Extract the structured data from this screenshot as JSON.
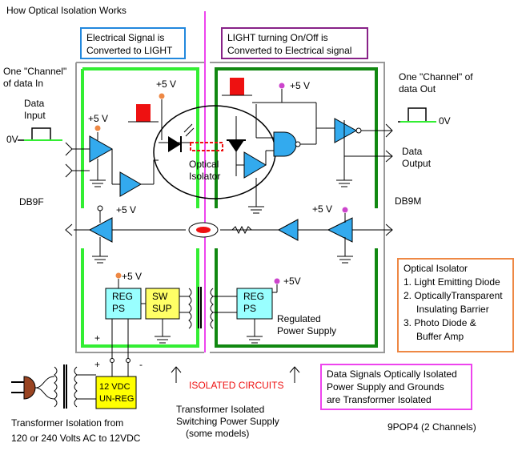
{
  "title": "How Optical Isolation Works",
  "callouts": {
    "electrical": [
      "Electrical Signal is",
      "Converted to LIGHT"
    ],
    "light": [
      "LIGHT turning On/Off is",
      "Converted to Electrical signal"
    ],
    "data_signals": [
      "Data Signals Optically Isolated",
      "Power Supply and Grounds",
      "are Transformer Isolated"
    ]
  },
  "channel_in": [
    "One \"Channel\"",
    "of data In"
  ],
  "channel_out": [
    "One \"Channel\" of",
    "data Out"
  ],
  "data_input": [
    "Data",
    "Input"
  ],
  "data_output": [
    "Data",
    "Output"
  ],
  "zero_v": "0V",
  "plus5": "+5 V",
  "plus5_nospace": "+5V",
  "db9f": "DB9F",
  "db9m": "DB9M",
  "optical_isolator": [
    "Optical",
    "Isolator"
  ],
  "reg_ps": [
    "REG",
    "PS"
  ],
  "sw_sup": [
    "SW",
    "SUP"
  ],
  "regulated": [
    "Regulated",
    "Power Supply"
  ],
  "unreg": [
    "12 VDC",
    "UN-REG"
  ],
  "isolated_circuits": "ISOLATED CIRCUITS",
  "plus_sign": "+",
  "minus_sign": "-",
  "transformer_isolation": [
    "Transformer Isolation from",
    "120 or 240 Volts AC to 12VDC"
  ],
  "transformer_switching": [
    "Transformer Isolated",
    "Switching  Power Supply",
    "(some models)"
  ],
  "model": "9POP4 (2 Channels)",
  "legend": {
    "title": "Optical Isolator",
    "items": [
      "1. Light Emitting Diode",
      "2. OpticallyTransparent",
      "Insulating Barrier",
      "3.  Photo Diode &",
      "Buffer Amp"
    ]
  },
  "colors": {
    "green_frame": "#33ee33",
    "dark_green_frame": "#118811",
    "gray_frame": "#999999",
    "magenta_line": "#ee44ee",
    "buffer_blue": "#33aaee",
    "pulse_red": "#ee1111",
    "reg_fill": "#99ffff",
    "sw_fill": "#ffff66",
    "unreg_fill": "#ffff00",
    "orange_dot": "#ee8844",
    "magenta_dot": "#cc44cc",
    "callout_blue": "#2288dd",
    "callout_purple": "#882288",
    "legend_orange": "#ee8844",
    "callout_magenta": "#ee44ee"
  }
}
